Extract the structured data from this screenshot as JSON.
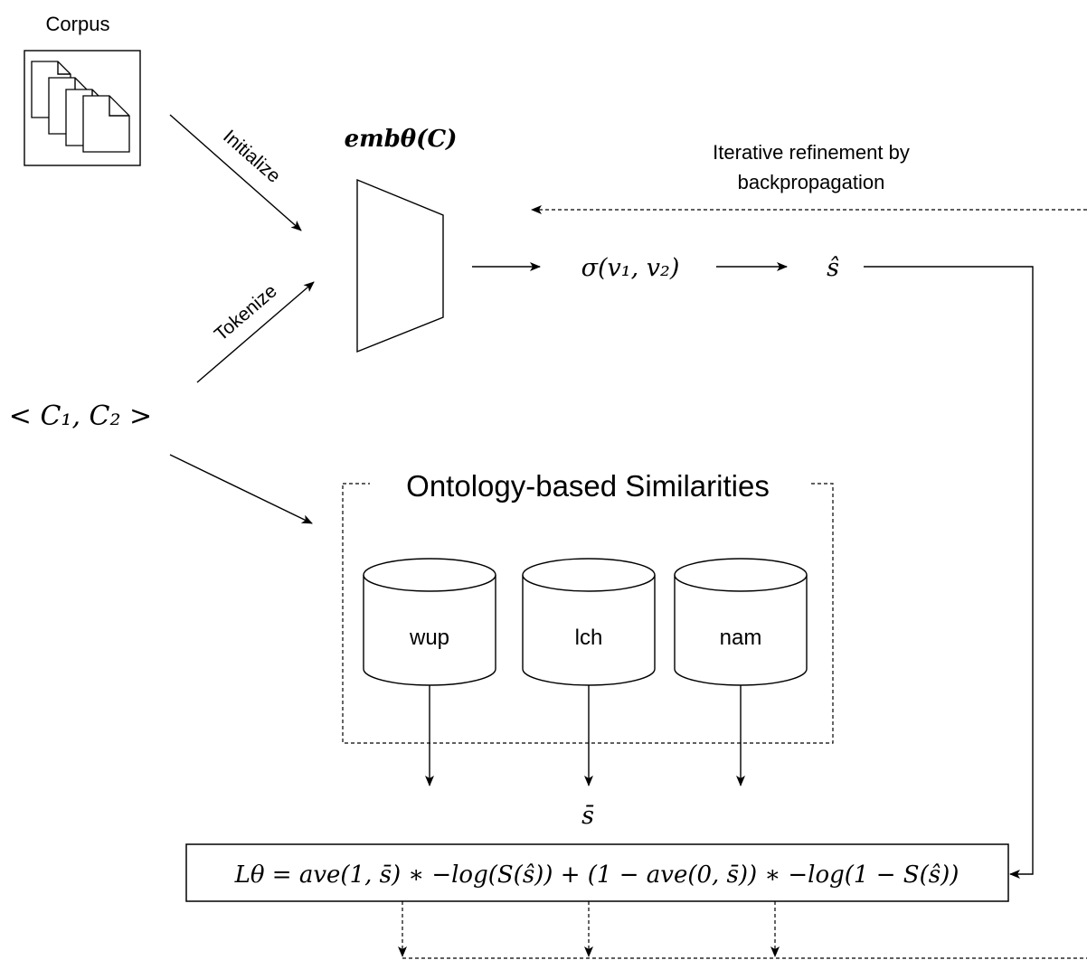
{
  "corpus": {
    "label": "Corpus",
    "icon": "documents-icon"
  },
  "arrows": {
    "initialize": "Initialize",
    "tokenize": "Tokenize"
  },
  "embedding": {
    "label": "embθ(C)"
  },
  "feedback": {
    "line1": "Iterative refinement by",
    "line2": "backpropagation"
  },
  "pair_input": "< C₁, C₂ >",
  "similarity_fn": "σ(v₁, v₂)",
  "s_hat": "ŝ",
  "ontology": {
    "title": "Ontology-based Similarities",
    "measures": [
      "wup",
      "lch",
      "nam"
    ]
  },
  "s_bar": "s̄",
  "loss": "Lθ = ave(1, s̄) ∗ −log(S(ŝ)) + (1 − ave(0, s̄)) ∗ −log(1 − S(ŝ))"
}
